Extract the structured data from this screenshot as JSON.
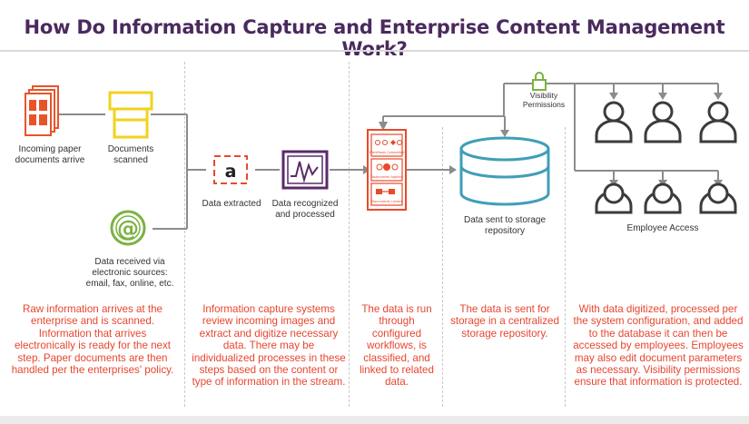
{
  "title": "How Do Information Capture and Enterprise Content Management Work?",
  "labels": {
    "incoming": "Incoming paper documents arrive",
    "scanned": "Documents scanned",
    "electronic": "Data received via electronic sources: email, fax, online, etc.",
    "extracted": "Data extracted",
    "recognized": "Data recognized and processed",
    "visibility": "Visibility Permissions",
    "storage": "Data sent to storage repository",
    "employee": "Employee Access",
    "extract_glyph": "a",
    "email_glyph": "@"
  },
  "workflow_panel": {
    "rows": [
      "Workflows Completed",
      "Taxonomies Applied",
      "Documents Linked"
    ]
  },
  "descriptions": {
    "col1": "Raw information arrives at the enterprise and is scanned. Information that arrives electronically is ready for the next step.  Paper documents are then handled per the enterprises' policy.",
    "col2": "Information capture systems review incoming images and extract and digitize necessary data.  There may be individualized processes in these steps based on the content or type of information in the stream.",
    "col3": "The data is run through configured workflows, is classified, and linked to related data.",
    "col4": "The data is sent for storage in a centralized storage repository.",
    "col5": "With data digitized, processed per the system configuration, and added to the database it can then be accessed by employees. Employees may also edit document parameters as necessary.  Visibility permissions ensure that information is protected."
  },
  "colors": {
    "title": "#4a2a5e",
    "paper": "#e8542a",
    "scanner": "#f2d21f",
    "email": "#7bb241",
    "extract": "#e84a2b",
    "recognize": "#5a2a6a",
    "workflow": "#e84a2b",
    "storage": "#3f9fb8",
    "employee": "#3b3b3b",
    "lock": "#7bb241",
    "connector": "#8c8c8c",
    "description": "#e8452e"
  }
}
